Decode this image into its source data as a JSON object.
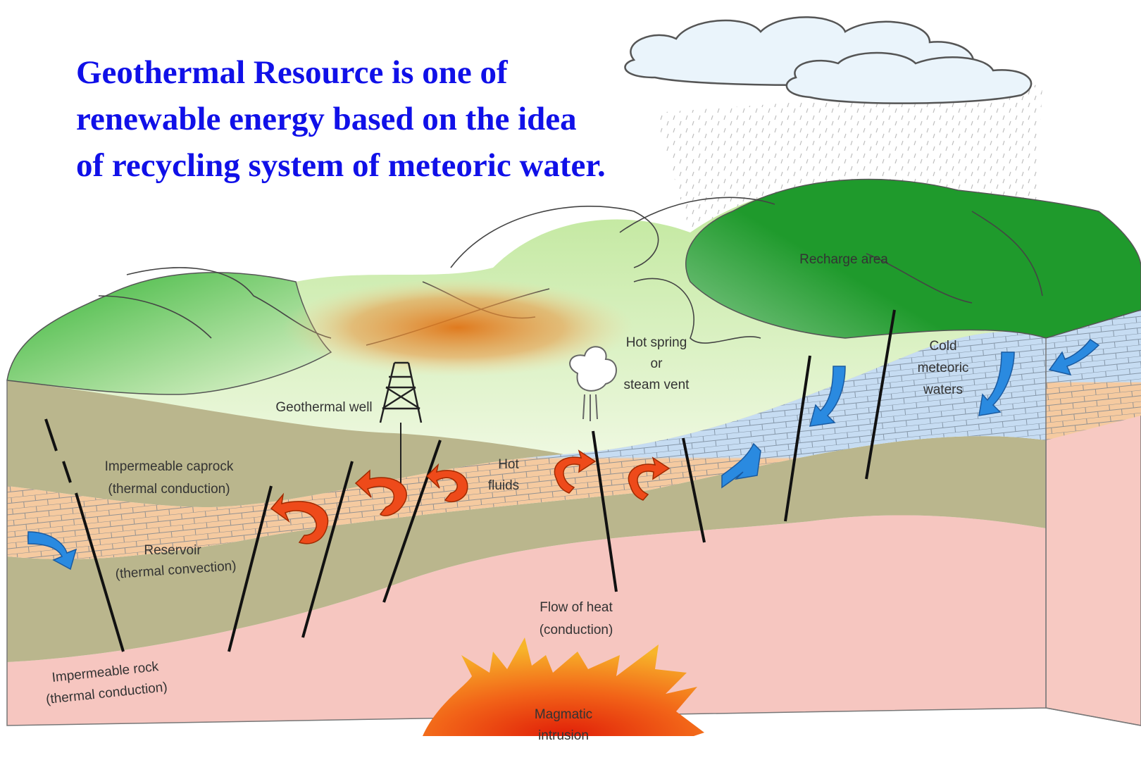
{
  "headline": {
    "lines": [
      "Geothermal Resource is one of",
      "renewable energy based on the idea",
      "of recycling system of meteoric water."
    ]
  },
  "labels": {
    "recharge_area": "Recharge area",
    "hot_spring": [
      "Hot spring",
      "or",
      "steam vent"
    ],
    "geothermal_well": "Geothermal well",
    "cold_meteoric": [
      "Cold",
      "meteoric",
      "waters"
    ],
    "caprock": [
      "Impermeable caprock",
      "(thermal conduction)"
    ],
    "hot_fluids": [
      "Hot",
      "fluids"
    ],
    "reservoir": [
      "Reservoir",
      "(thermal convection)"
    ],
    "flow_of_heat": [
      "Flow of heat",
      "(conduction)"
    ],
    "impermeable_rock": [
      "Impermeable rock",
      "(thermal conduction)"
    ],
    "magmatic": [
      "Magmatic",
      "intrusion"
    ]
  },
  "colors": {
    "headline": "#1010e8",
    "terrain_green": "#3cb83a",
    "terrain_light": "#e6f5d0",
    "thermal_anomaly": "#e07a1a",
    "caprock": "#b8b48c",
    "reservoir_blue": "#bcd4ee",
    "reservoir_tan": "#f4c89a",
    "basement": "#f6c6c0",
    "magma": "#ee4a10",
    "hot_arrow": "#ee4a1a",
    "cold_arrow": "#2a8ae0"
  }
}
